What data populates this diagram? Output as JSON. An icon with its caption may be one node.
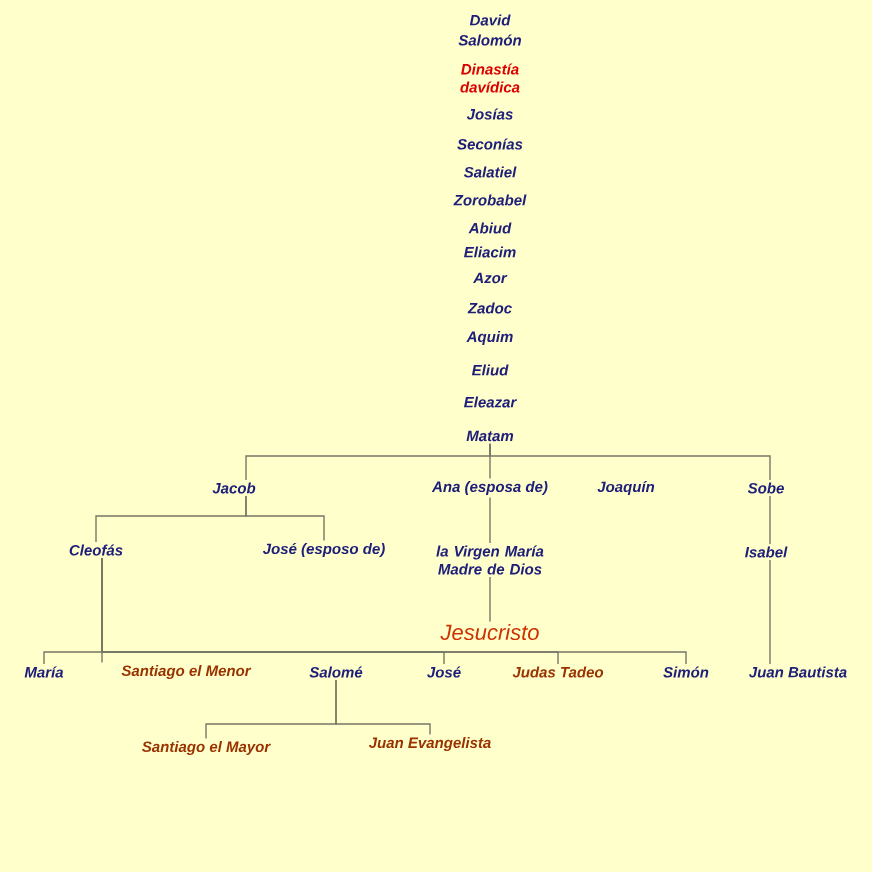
{
  "diagram": {
    "nodes": [
      {
        "text": [
          "Matam"
        ]
      },
      {
        "text": [
          "Jacob"
        ]
      },
      {
        "text": [
          "Ana (esposa de)"
        ]
      },
      {
        "text": [
          "Joaquín"
        ]
      },
      {
        "text": [
          "Sobe"
        ]
      },
      {
        "text": [
          "Cleofás"
        ]
      },
      {
        "text": [
          "José (esposo de)"
        ]
      },
      {
        "text": [
          "la Virgen María Madre de Dios"
        ]
      },
      {
        "text": [
          "Isabel"
        ]
      },
      {
        "text": [
          "Jesucristo"
        ]
      },
      {
        "text": [
          "María"
        ]
      },
      {
        "text": [
          "Santiago el Menor"
        ]
      },
      {
        "text": [
          "Salomé"
        ]
      },
      {
        "text": [
          "José"
        ]
      },
      {
        "text": [
          "Judas Tadeo"
        ]
      },
      {
        "text": [
          "Simón"
        ]
      },
      {
        "text": [
          "Juan Bautista"
        ]
      },
      {
        "text": [
          "Santiago el Mayor"
        ]
      },
      {
        "text": [
          "Juan Evangelista"
        ]
      }
    ],
    "edges": [
      {
        "from": 0,
        "to": 1,
        "arrow": "none"
      },
      {
        "from": 0,
        "to": 2,
        "arrow": "none"
      },
      {
        "from": 0,
        "to": 4,
        "arrow": "none"
      },
      {
        "from": 1,
        "to": 5,
        "arrow": "none"
      },
      {
        "from": 1,
        "to": 6,
        "arrow": "none"
      },
      {
        "from": 2,
        "to": 7,
        "arrow": "none"
      },
      {
        "from": 4,
        "to": 8,
        "arrow": "none"
      },
      {
        "from": 7,
        "to": 9,
        "arrow": "none"
      },
      {
        "from": 8,
        "to": 16,
        "arrow": "none"
      },
      {
        "from": 5,
        "to": 10,
        "arrow": "none"
      },
      {
        "from": 5,
        "to": 11,
        "arrow": "none"
      },
      {
        "from": 5,
        "to": 13,
        "arrow": "none"
      },
      {
        "from": 5,
        "to": 14,
        "arrow": "none"
      },
      {
        "from": 5,
        "to": 15,
        "arrow": "none"
      },
      {
        "from": 12,
        "to": 17,
        "arrow": "none"
      },
      {
        "from": 12,
        "to": 18,
        "arrow": "none"
      }
    ],
    "labels": [
      "David",
      "Salomón",
      "Dinastía davídica",
      "Josías",
      "Seconías",
      "Salatiel",
      "Zorobabel",
      "Abiud",
      "Eliacim",
      "Azor",
      "Zadoc",
      "Aquim",
      "Eliud",
      "Eleazar"
    ]
  }
}
